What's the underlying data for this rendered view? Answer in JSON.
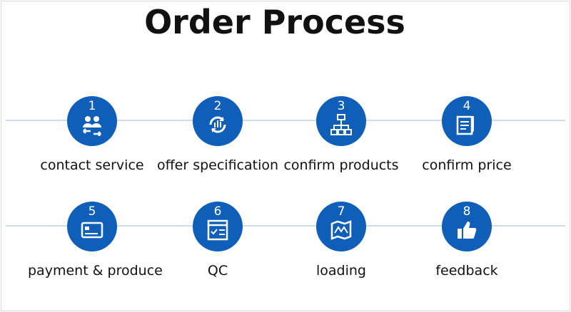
{
  "title": "Order Process",
  "accent_color": "#0f5fb8",
  "steps": [
    {
      "number": "1",
      "label": "contact service",
      "icon": "people-exchange-icon"
    },
    {
      "number": "2",
      "label": "offer specification",
      "icon": "refresh-chart-icon"
    },
    {
      "number": "3",
      "label": "confirm products",
      "icon": "hierarchy-icon"
    },
    {
      "number": "4",
      "label": "confirm price",
      "icon": "document-pen-icon"
    },
    {
      "number": "5",
      "label": "payment & produce",
      "icon": "card-icon"
    },
    {
      "number": "6",
      "label": "QC",
      "icon": "checklist-icon"
    },
    {
      "number": "7",
      "label": "loading",
      "icon": "map-icon"
    },
    {
      "number": "8",
      "label": "feedback",
      "icon": "thumbs-up-icon"
    }
  ]
}
